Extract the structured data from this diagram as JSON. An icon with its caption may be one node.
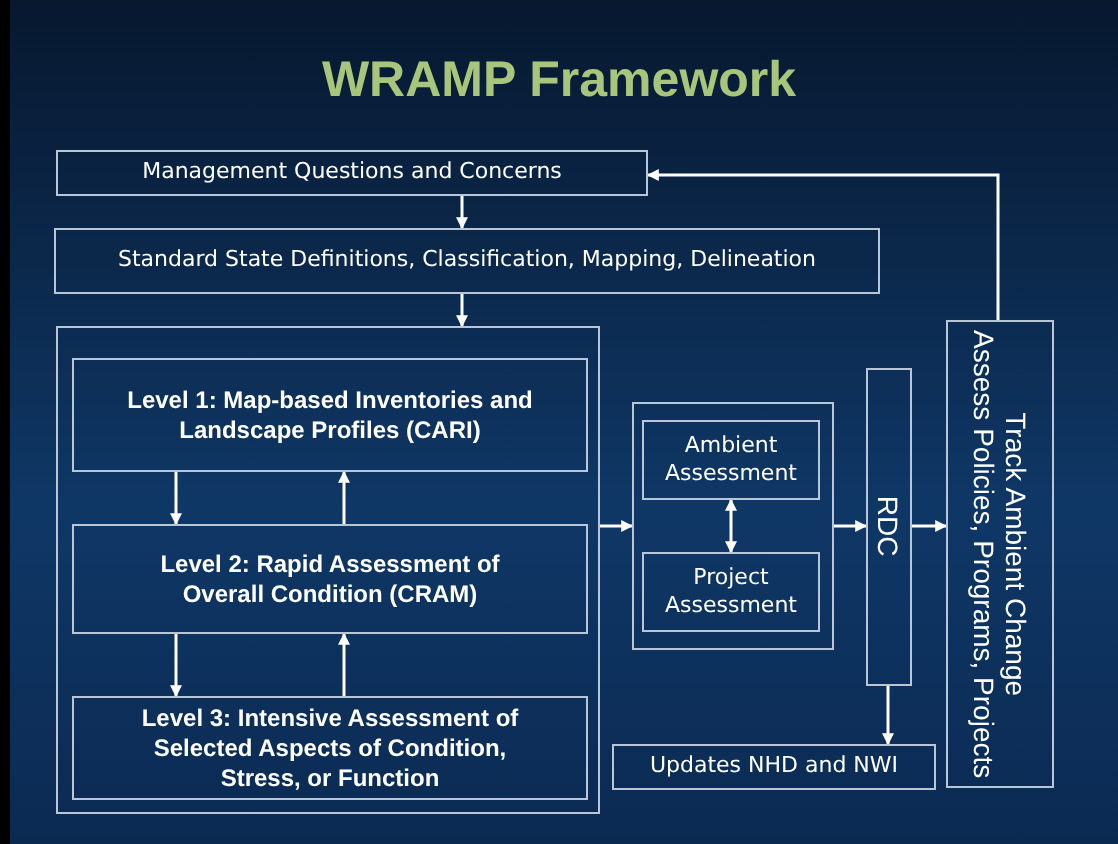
{
  "diagram": {
    "title": "WRAMP Framework",
    "nodes": [
      {
        "text": [
          "Management Questions and Concerns"
        ]
      },
      {
        "text": [
          "Standard State Definitions, Classification, Mapping, Delineation"
        ]
      },
      {
        "text": [],
        "shape": "box"
      },
      {
        "text": [
          "Level 1: Map-based Inventories and Landscape Profiles (CARI)"
        ],
        "in": 2
      },
      {
        "text": [
          "Level 2: Rapid Assessment of Overall Condition (CRAM)"
        ],
        "in": 2
      },
      {
        "text": [
          "Level 3: Intensive Assessment of Selected Aspects of Condition, Stress, or Function"
        ],
        "in": 2
      },
      {
        "text": [],
        "shape": "box"
      },
      {
        "text": [
          "Ambient Assessment"
        ],
        "in": 6
      },
      {
        "text": [
          "Project Assessment"
        ],
        "in": 6
      },
      {
        "text": [
          "RDC"
        ]
      },
      {
        "text": [
          "Track Ambient Change",
          "Assess Policies, Programs, Projects"
        ]
      },
      {
        "text": [
          "Updates NHD and NWI"
        ]
      }
    ],
    "edges": [
      {
        "from": 0,
        "to": 1,
        "arrow": "to"
      },
      {
        "from": 1,
        "to": 2,
        "arrow": "to"
      },
      {
        "from": 3,
        "to": 4,
        "arrow": "to"
      },
      {
        "from": 4,
        "to": 3,
        "arrow": "to"
      },
      {
        "from": 4,
        "to": 5,
        "arrow": "to"
      },
      {
        "from": 5,
        "to": 4,
        "arrow": "to"
      },
      {
        "from": 2,
        "to": 6,
        "arrow": "to"
      },
      {
        "from": 7,
        "to": 8,
        "arrow": "both"
      },
      {
        "from": 6,
        "to": 9,
        "arrow": "to"
      },
      {
        "from": 9,
        "to": 10,
        "arrow": "to"
      },
      {
        "from": 9,
        "to": 11,
        "arrow": "to"
      },
      {
        "from": 10,
        "to": 0,
        "arrow": "to"
      }
    ]
  }
}
